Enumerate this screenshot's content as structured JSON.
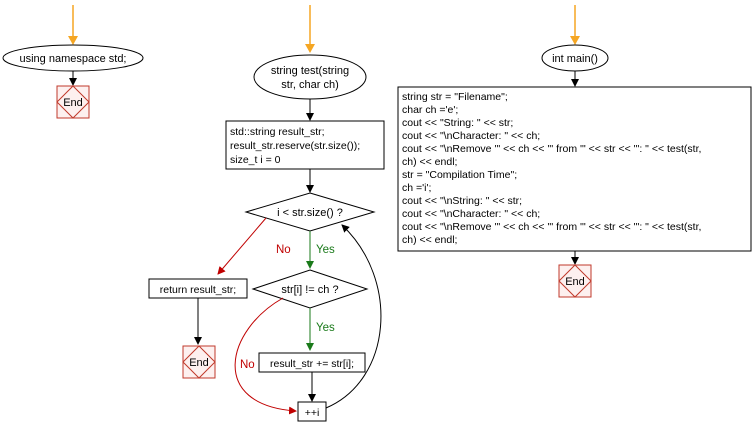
{
  "colors": {
    "start_arrow": "#f5a623",
    "end_border": "#c0392b",
    "end_fill": "#fdf0ef",
    "yes": "#1a7a1a",
    "no": "#c00000",
    "line": "#000000"
  },
  "namespace_flow": {
    "start_label": "using namespace std;",
    "end_label": "End"
  },
  "test_flow": {
    "start_label_line1": "string test(string",
    "start_label_line2": "str, char ch)",
    "init_lines": [
      "std::string result_str;",
      "result_str.reserve(str.size());",
      "size_t i = 0"
    ],
    "loop_condition": "i < str.size() ?",
    "yes_label_1": "Yes",
    "no_label_1": "No",
    "return_label": "return result_str;",
    "char_condition": "str[i] != ch ?",
    "yes_label_2": "Yes",
    "no_label_2": "No",
    "append_label": "result_str += str[i];",
    "increment_label": "++i",
    "end_label": "End"
  },
  "main_flow": {
    "start_label": "int main()",
    "code_lines": [
      "string str = \"Filename\";",
      "char ch ='e';",
      "cout << \"String: \" << str;",
      "cout << \"\\nCharacter: \" << ch;",
      "cout << \"\\nRemove '\" << ch << \"' from '\" << str << \"': \" << test(str,",
      "ch) << endl;",
      "str = \"Compilation Time\";",
      "ch ='i';",
      "cout << \"\\nString: \" << str;",
      "cout << \"\\nCharacter: \" << ch;",
      "cout << \"\\nRemove '\" << ch << \"' from '\" << str << \"': \" << test(str,",
      "ch) << endl;"
    ],
    "end_label": "End"
  }
}
